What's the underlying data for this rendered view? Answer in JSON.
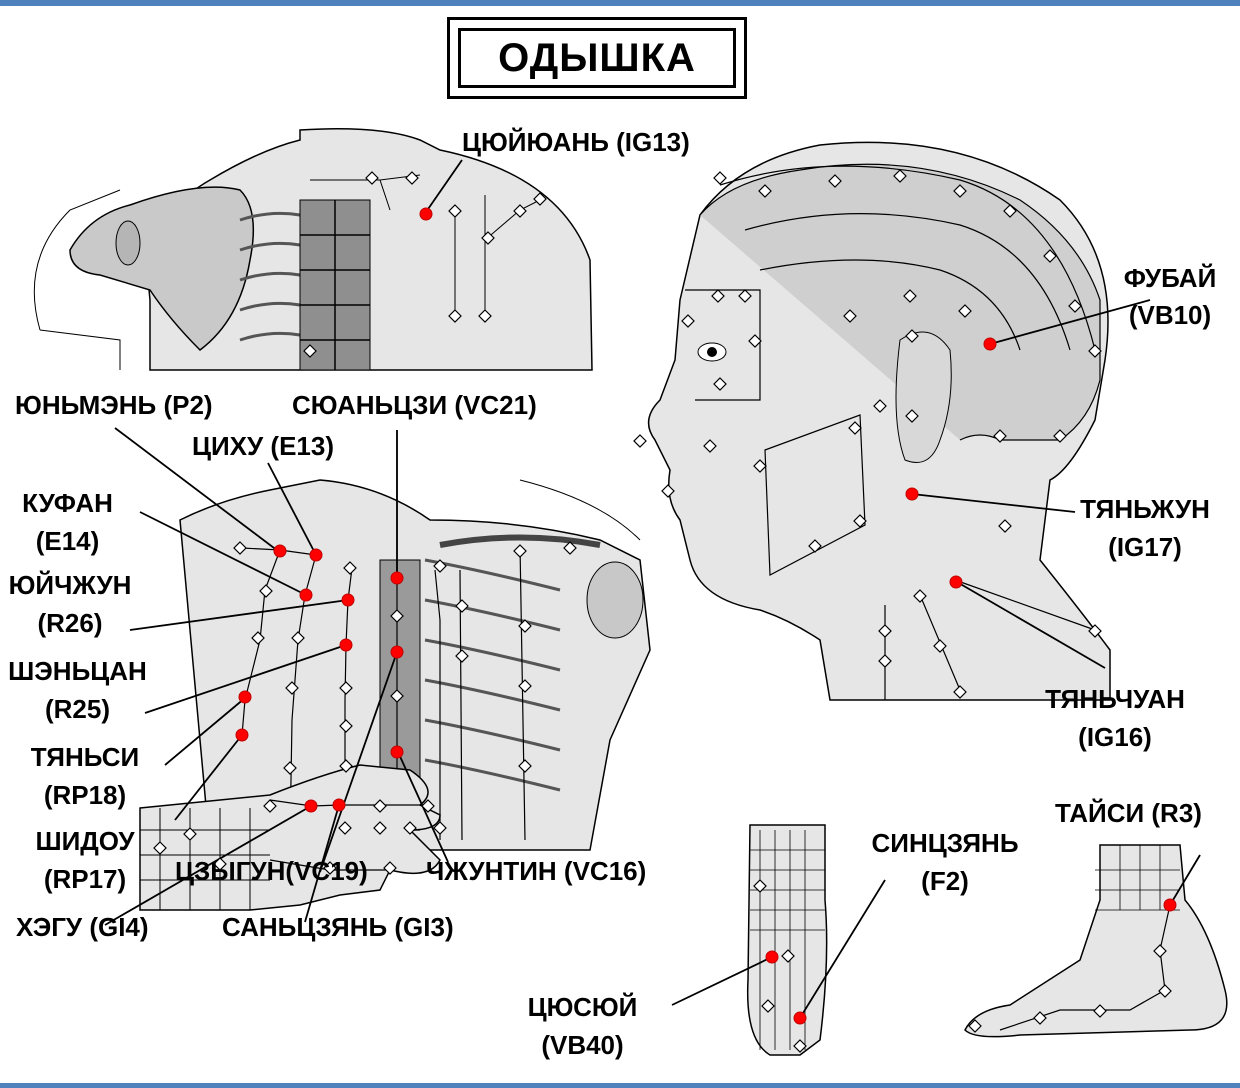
{
  "title": "ОДЫШКА",
  "colors": {
    "frame": "#4f81bd",
    "point": "#ff0000",
    "skin": "#e9e9e9",
    "line": "#000000"
  },
  "labels": {
    "ig13": "ЦЮЙЮАНЬ (IG13)",
    "vb10_1": "ФУБАЙ",
    "vb10_2": "(VB10)",
    "p2": "ЮНЬМЭНЬ (P2)",
    "vc21": "СЮАНЬЦЗИ (VC21)",
    "e13": "ЦИХУ (E13)",
    "e14_1": "КУФАН",
    "e14_2": "(E14)",
    "r26_1": "ЮЙЧЖУН",
    "r26_2": "(R26)",
    "r25_1": "ШЭНЬЦАН",
    "r25_2": "(R25)",
    "rp18_1": "ТЯНЬСИ",
    "rp18_2": "(RP18)",
    "rp17_1": "ШИДОУ",
    "rp17_2": "(RP17)",
    "vc19": "ЦЗЫГУН(VC19)",
    "vc16": "ЧЖУНТИН (VC16)",
    "ig17_1": "ТЯНЬЖУН",
    "ig17_2": "(IG17)",
    "ig16_1": "ТЯНЬЧУАН",
    "ig16_2": "(IG16)",
    "r3": "ТАЙСИ (R3)",
    "f2_1": "СИНЦЗЯНЬ",
    "f2_2": "(F2)",
    "gi4": "ХЭГУ (GI4)",
    "gi3": "САНЬЦЗЯНЬ (GI3)",
    "vb40_1": "ЦЮСЮЙ",
    "vb40_2": "(VB40)"
  }
}
